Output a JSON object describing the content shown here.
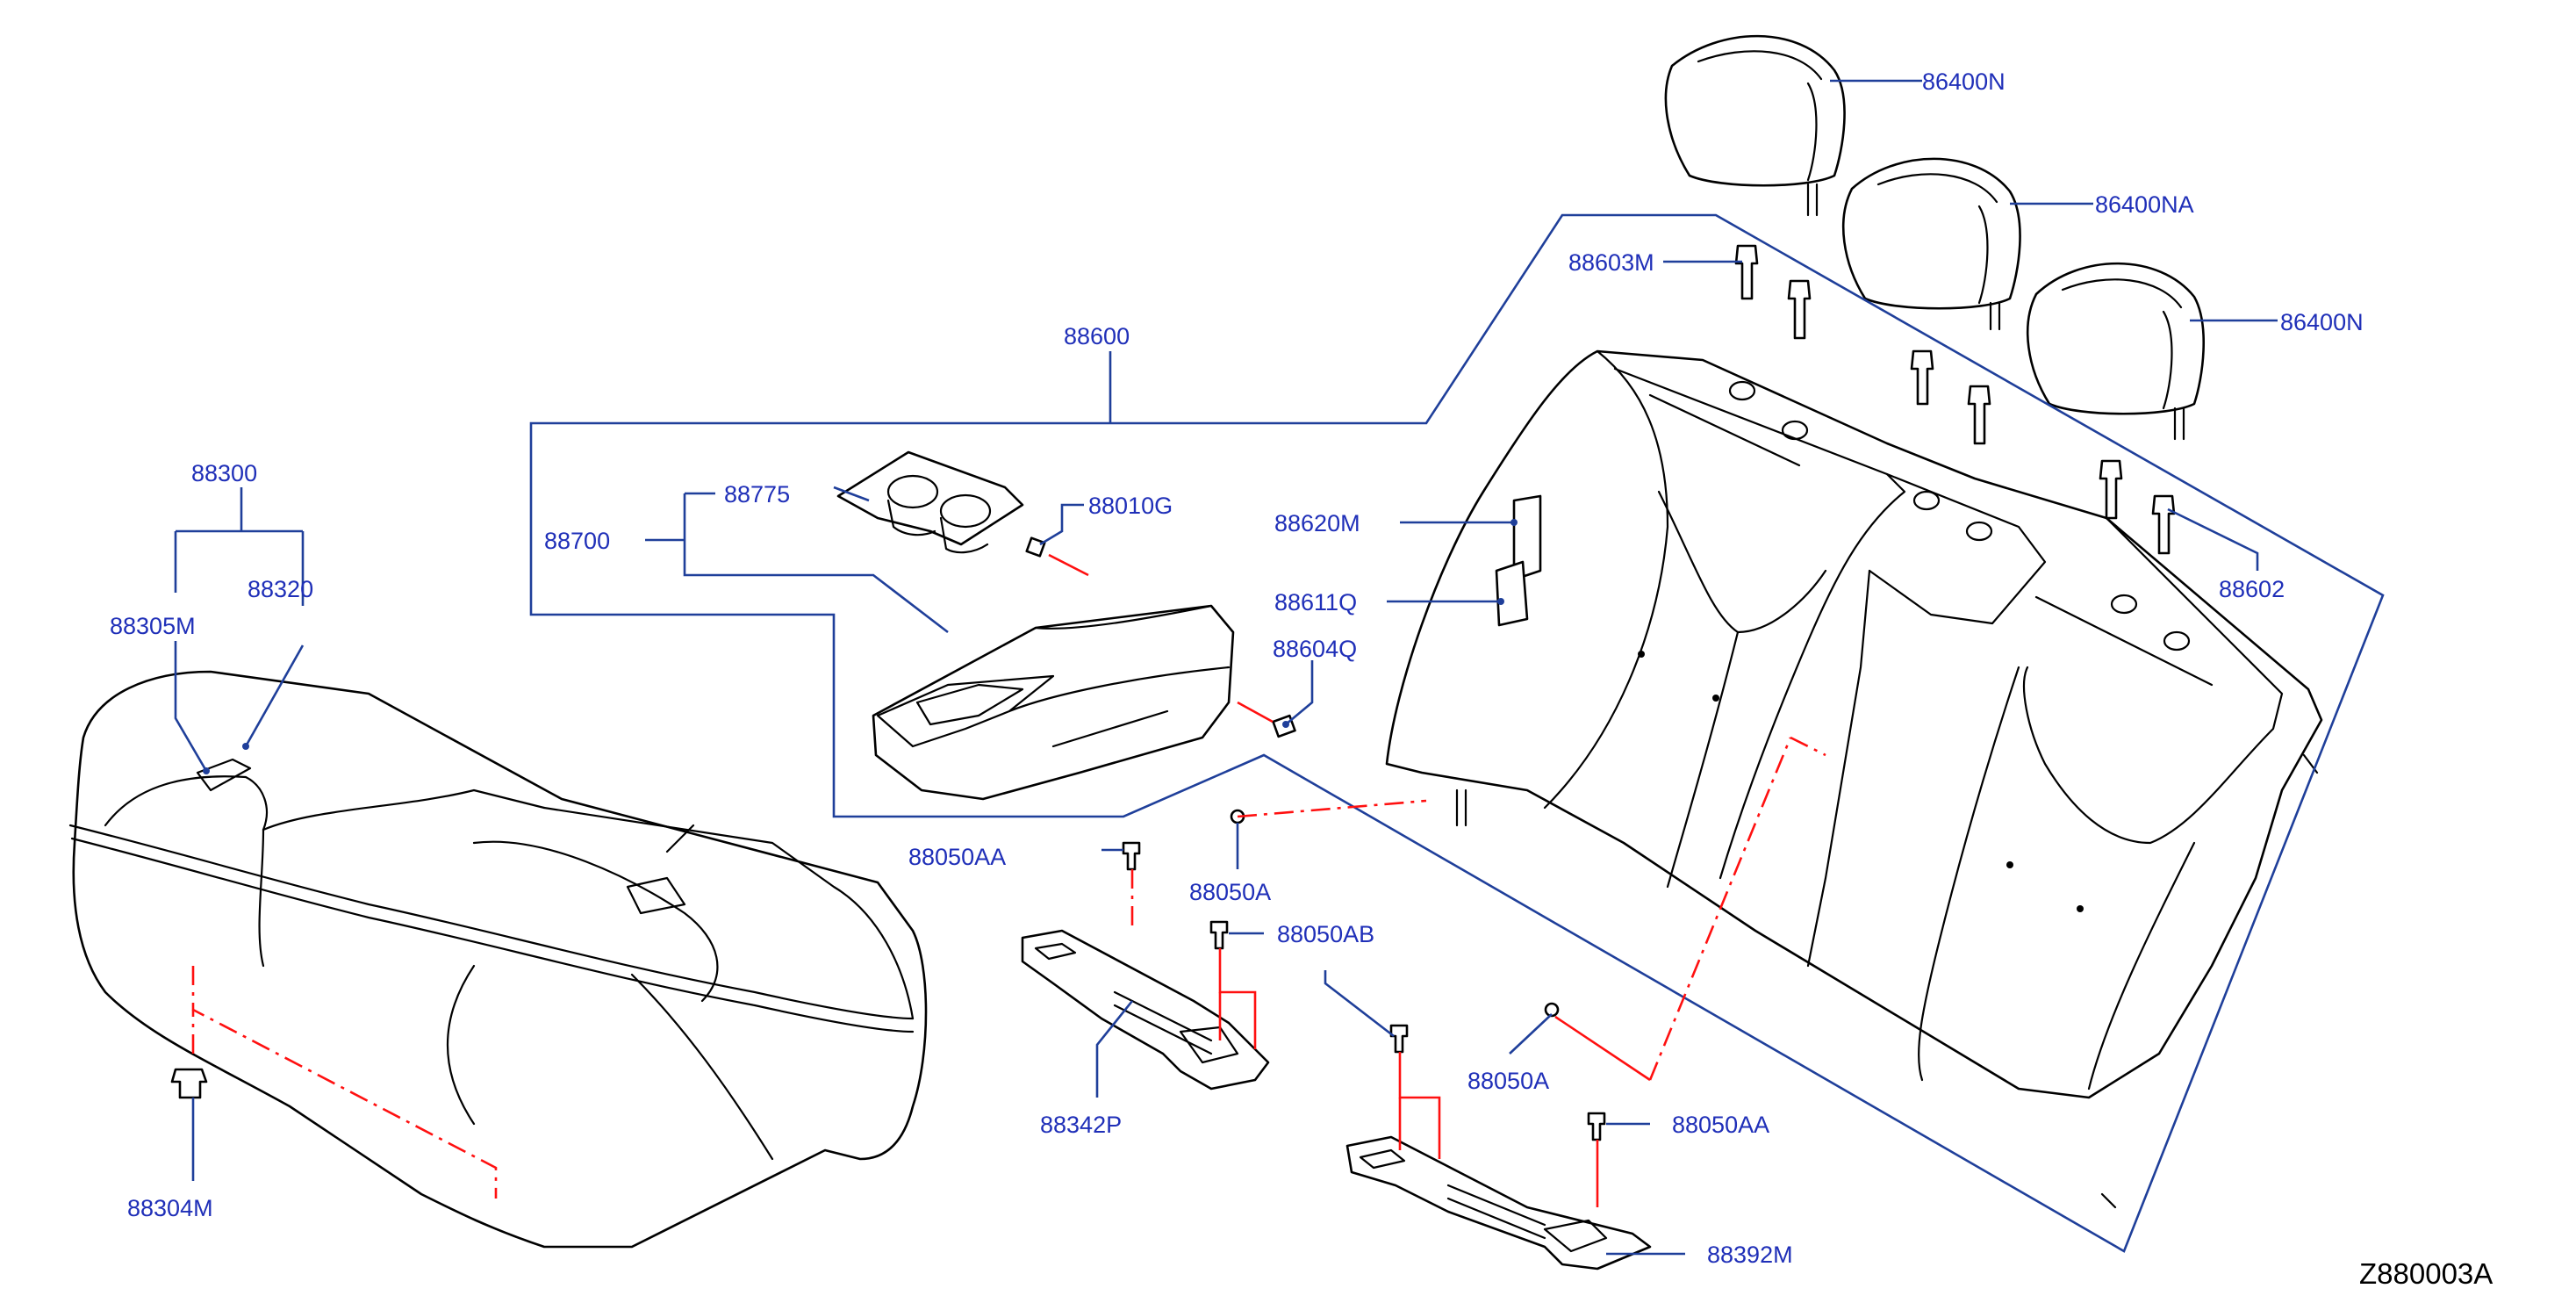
{
  "diagram": {
    "figure_code": "Z880003A",
    "colors": {
      "label_text": "#1f2fb8",
      "leader_line": "#1f3f9a",
      "assembly_line": "#ff1010",
      "part_outline": "#000000"
    },
    "labels": {
      "p86400N_top": "86400N",
      "p86400NA": "86400NA",
      "p86400N_right": "86400N",
      "p88603M": "88603M",
      "p88600": "88600",
      "p88602": "88602",
      "p88620M": "88620M",
      "p88611Q": "88611Q",
      "p88604Q": "88604Q",
      "p88010G": "88010G",
      "p88775": "88775",
      "p88700": "88700",
      "p88300": "88300",
      "p88320": "88320",
      "p88305M": "88305M",
      "p88304M": "88304M",
      "p88050AA_left": "88050AA",
      "p88050A_mid": "88050A",
      "p88050AB": "88050AB",
      "p88342P": "88342P",
      "p88050A_right": "88050A",
      "p88050AA_right": "88050AA",
      "p88392M": "88392M"
    },
    "icons": [
      "headrest",
      "seatback",
      "seat-cushion",
      "armrest",
      "cup-holder",
      "bolt",
      "clip",
      "hinge-bracket"
    ]
  }
}
